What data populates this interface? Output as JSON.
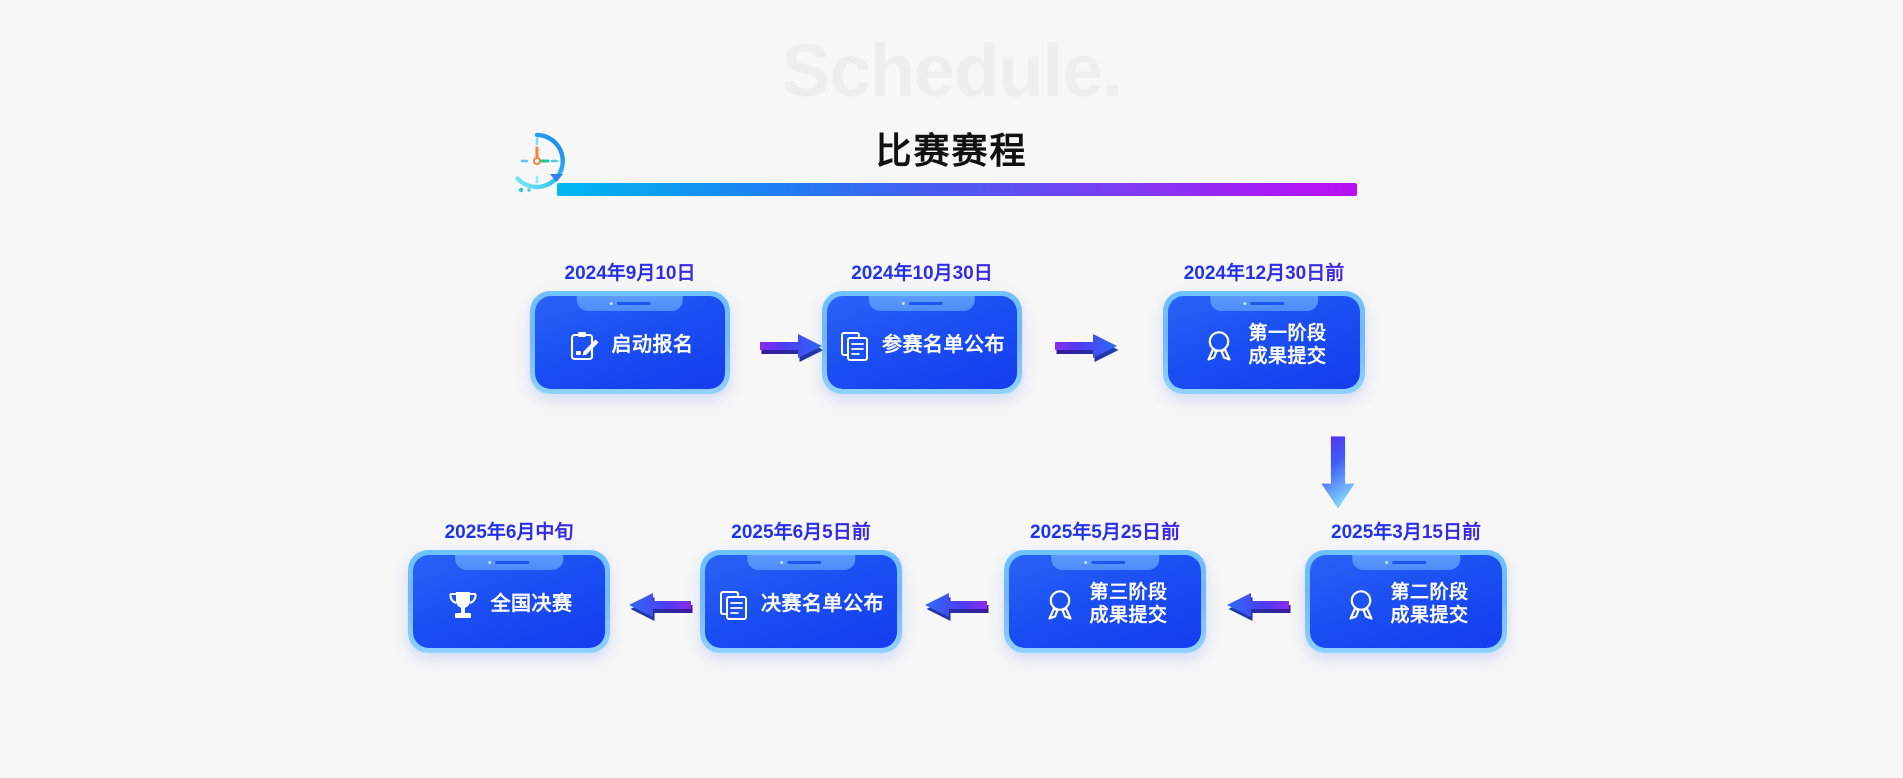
{
  "header": {
    "watermark": "Schedule.",
    "title": "比赛赛程",
    "clock_icon": "clock-icon",
    "underline_gradient": [
      "#00b8f0",
      "#4a5cf0",
      "#bb0ff0"
    ]
  },
  "theme": {
    "background": "#f7f7f7",
    "card_border": "#74b6ff",
    "card_face_from": "#2a63f6",
    "card_face_to": "#143df0",
    "date_text": "#2030ef",
    "arrow_from": "#7a2cf0",
    "arrow_to": "#2f6bf7",
    "title_text": "#111111",
    "watermark_text": "#eeeeee"
  },
  "row1": {
    "nodes": [
      {
        "date": "2024年9月10日",
        "label": "启动报名",
        "icon": "clipboard-pencil-icon",
        "lines": 1
      },
      {
        "date": "2024年10月30日",
        "label": "参赛名单公布",
        "icon": "documents-icon",
        "lines": 1
      },
      {
        "date": "2024年12月30日前",
        "label": "第一阶段\n成果提交",
        "icon": "award-medal-icon",
        "lines": 2
      }
    ],
    "arrows": [
      {
        "direction": "right",
        "name": "arrow-right-1"
      },
      {
        "direction": "right",
        "name": "arrow-right-2"
      }
    ]
  },
  "connector": {
    "direction": "down",
    "name": "arrow-down-connector"
  },
  "row2": {
    "nodes": [
      {
        "date": "2025年6月中旬",
        "label": "全国决赛",
        "icon": "trophy-icon",
        "lines": 1
      },
      {
        "date": "2025年6月5日前",
        "label": "决赛名单公布",
        "icon": "documents-icon",
        "lines": 1
      },
      {
        "date": "2025年5月25日前",
        "label": "第三阶段\n成果提交",
        "icon": "award-medal-icon",
        "lines": 2
      },
      {
        "date": "2025年3月15日前",
        "label": "第二阶段\n成果提交",
        "icon": "award-medal-icon",
        "lines": 2
      }
    ],
    "arrows": [
      {
        "direction": "left",
        "name": "arrow-left-1"
      },
      {
        "direction": "left",
        "name": "arrow-left-2"
      },
      {
        "direction": "left",
        "name": "arrow-left-3"
      }
    ]
  }
}
